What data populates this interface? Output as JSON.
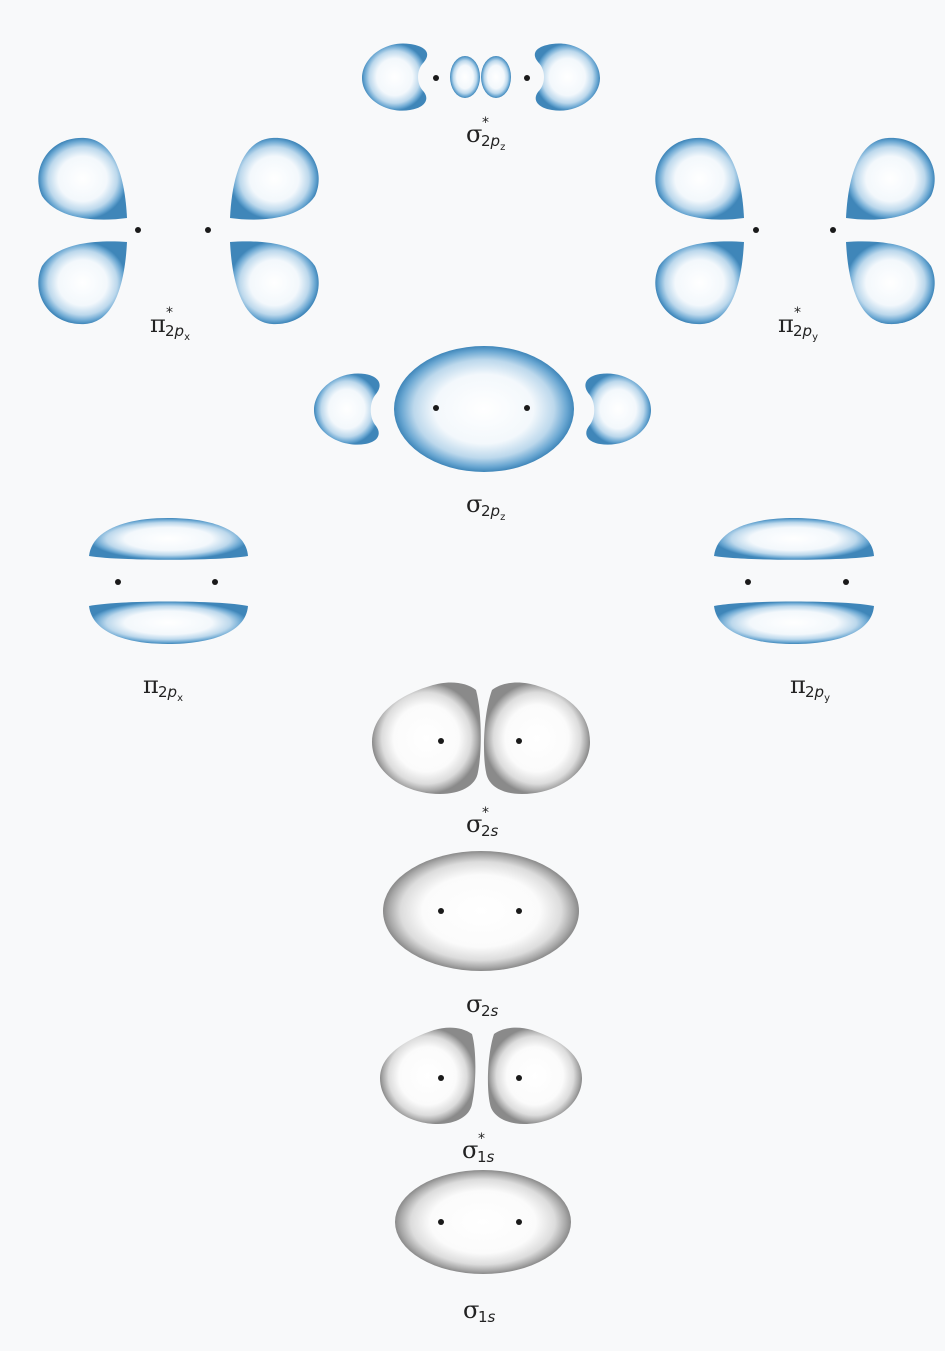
{
  "colors": {
    "pi_sigma_2p_fill": "#4a8fbf",
    "sigma_s_fill": "#8c8c8c",
    "nucleus": "#1a1a1a",
    "background": "#f8f9fa"
  },
  "orbitals": [
    {
      "id": "sigma-star-2pz",
      "symbol": "σ",
      "sub": "2",
      "subvar": "p",
      "subsub": "z",
      "star": "*"
    },
    {
      "id": "pi-star-2px",
      "symbol": "π",
      "sub": "2",
      "subvar": "p",
      "subsub": "x",
      "star": "*"
    },
    {
      "id": "pi-star-2py",
      "symbol": "π",
      "sub": "2",
      "subvar": "p",
      "subsub": "y",
      "star": "*"
    },
    {
      "id": "sigma-2pz",
      "symbol": "σ",
      "sub": "2",
      "subvar": "p",
      "subsub": "z",
      "star": ""
    },
    {
      "id": "pi-2px",
      "symbol": "π",
      "sub": "2",
      "subvar": "p",
      "subsub": "x",
      "star": ""
    },
    {
      "id": "pi-2py",
      "symbol": "π",
      "sub": "2",
      "subvar": "p",
      "subsub": "y",
      "star": ""
    },
    {
      "id": "sigma-star-2s",
      "symbol": "σ",
      "sub": "2",
      "subvar": "s",
      "subsub": "",
      "star": "*"
    },
    {
      "id": "sigma-2s",
      "symbol": "σ",
      "sub": "2",
      "subvar": "s",
      "subsub": "",
      "star": ""
    },
    {
      "id": "sigma-star-1s",
      "symbol": "σ",
      "sub": "1",
      "subvar": "s",
      "subsub": "",
      "star": "*"
    },
    {
      "id": "sigma-1s",
      "symbol": "σ",
      "sub": "1",
      "subvar": "s",
      "subsub": "",
      "star": ""
    }
  ]
}
